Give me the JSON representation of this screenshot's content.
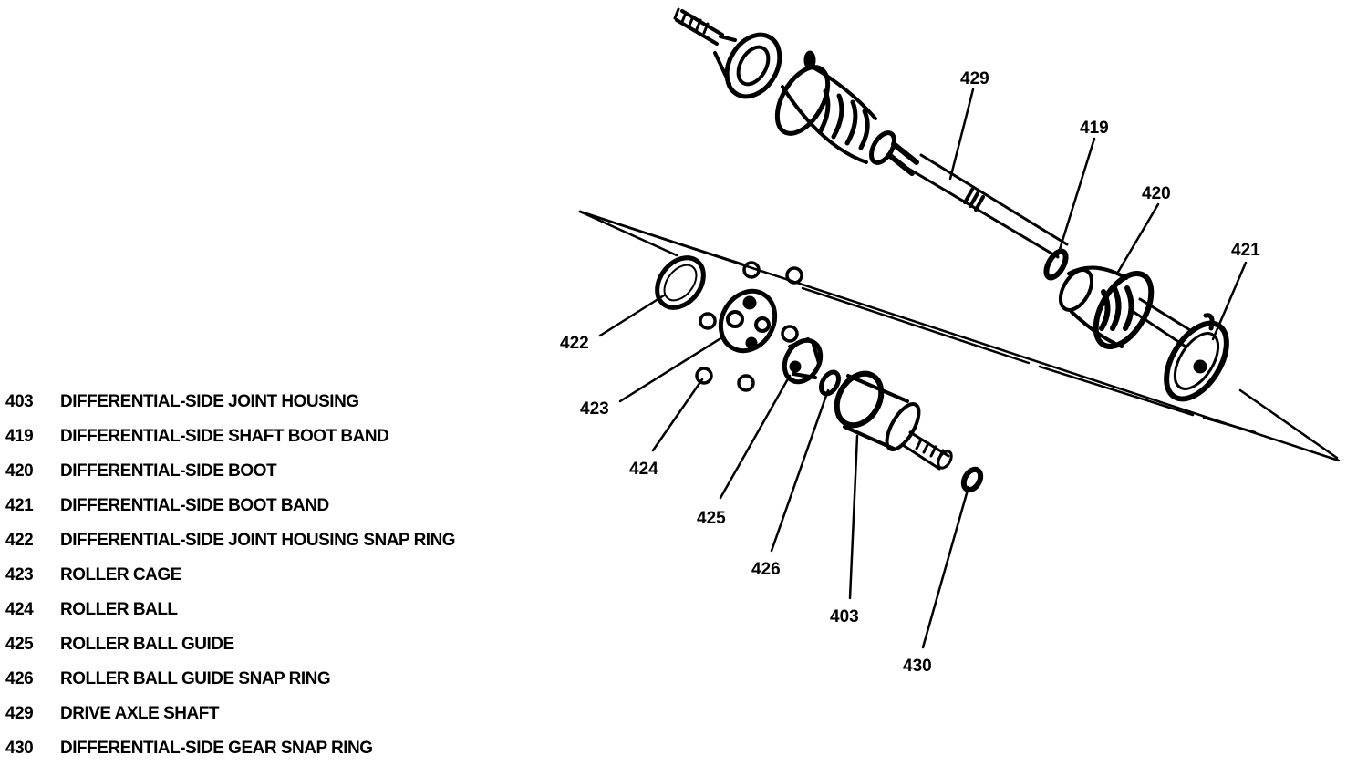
{
  "legend": [
    {
      "number": "403",
      "description": "DIFFERENTIAL-SIDE JOINT HOUSING"
    },
    {
      "number": "419",
      "description": "DIFFERENTIAL-SIDE SHAFT BOOT BAND"
    },
    {
      "number": "420",
      "description": "DIFFERENTIAL-SIDE BOOT"
    },
    {
      "number": "421",
      "description": "DIFFERENTIAL-SIDE BOOT BAND"
    },
    {
      "number": "422",
      "description": "DIFFERENTIAL-SIDE JOINT HOUSING SNAP RING"
    },
    {
      "number": "423",
      "description": "ROLLER CAGE"
    },
    {
      "number": "424",
      "description": "ROLLER BALL"
    },
    {
      "number": "425",
      "description": "ROLLER BALL GUIDE"
    },
    {
      "number": "426",
      "description": "ROLLER BALL GUIDE SNAP RING"
    },
    {
      "number": "429",
      "description": "DRIVE AXLE SHAFT"
    },
    {
      "number": "430",
      "description": "DIFFERENTIAL-SIDE GEAR SNAP RING"
    }
  ],
  "callouts": {
    "c429": "429",
    "c419": "419",
    "c420": "420",
    "c421": "421",
    "c422": "422",
    "c423": "423",
    "c424": "424",
    "c425": "425",
    "c426": "426",
    "c403": "403",
    "c430": "430"
  }
}
